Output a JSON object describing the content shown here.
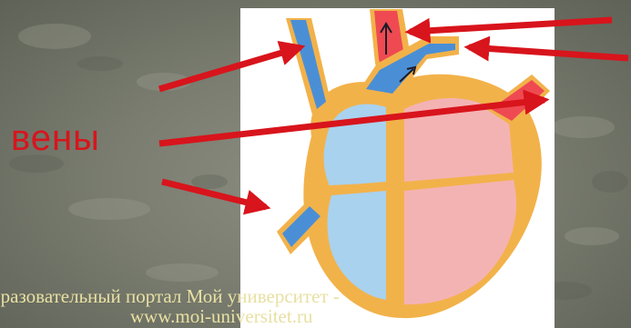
{
  "slide": {
    "label": "вены",
    "watermark_line1": "бразовательный портал Мой университет -",
    "watermark_line2": "www.moi-universitet.ru"
  },
  "colors": {
    "background": "#7a7d70",
    "arrow": "#d8141c",
    "label": "#d8141c",
    "vein_blue": "#4a8fd6",
    "artery_red": "#ef4a52",
    "heart_wall": "#f2b24a",
    "watermark": "#e8e0a2"
  }
}
